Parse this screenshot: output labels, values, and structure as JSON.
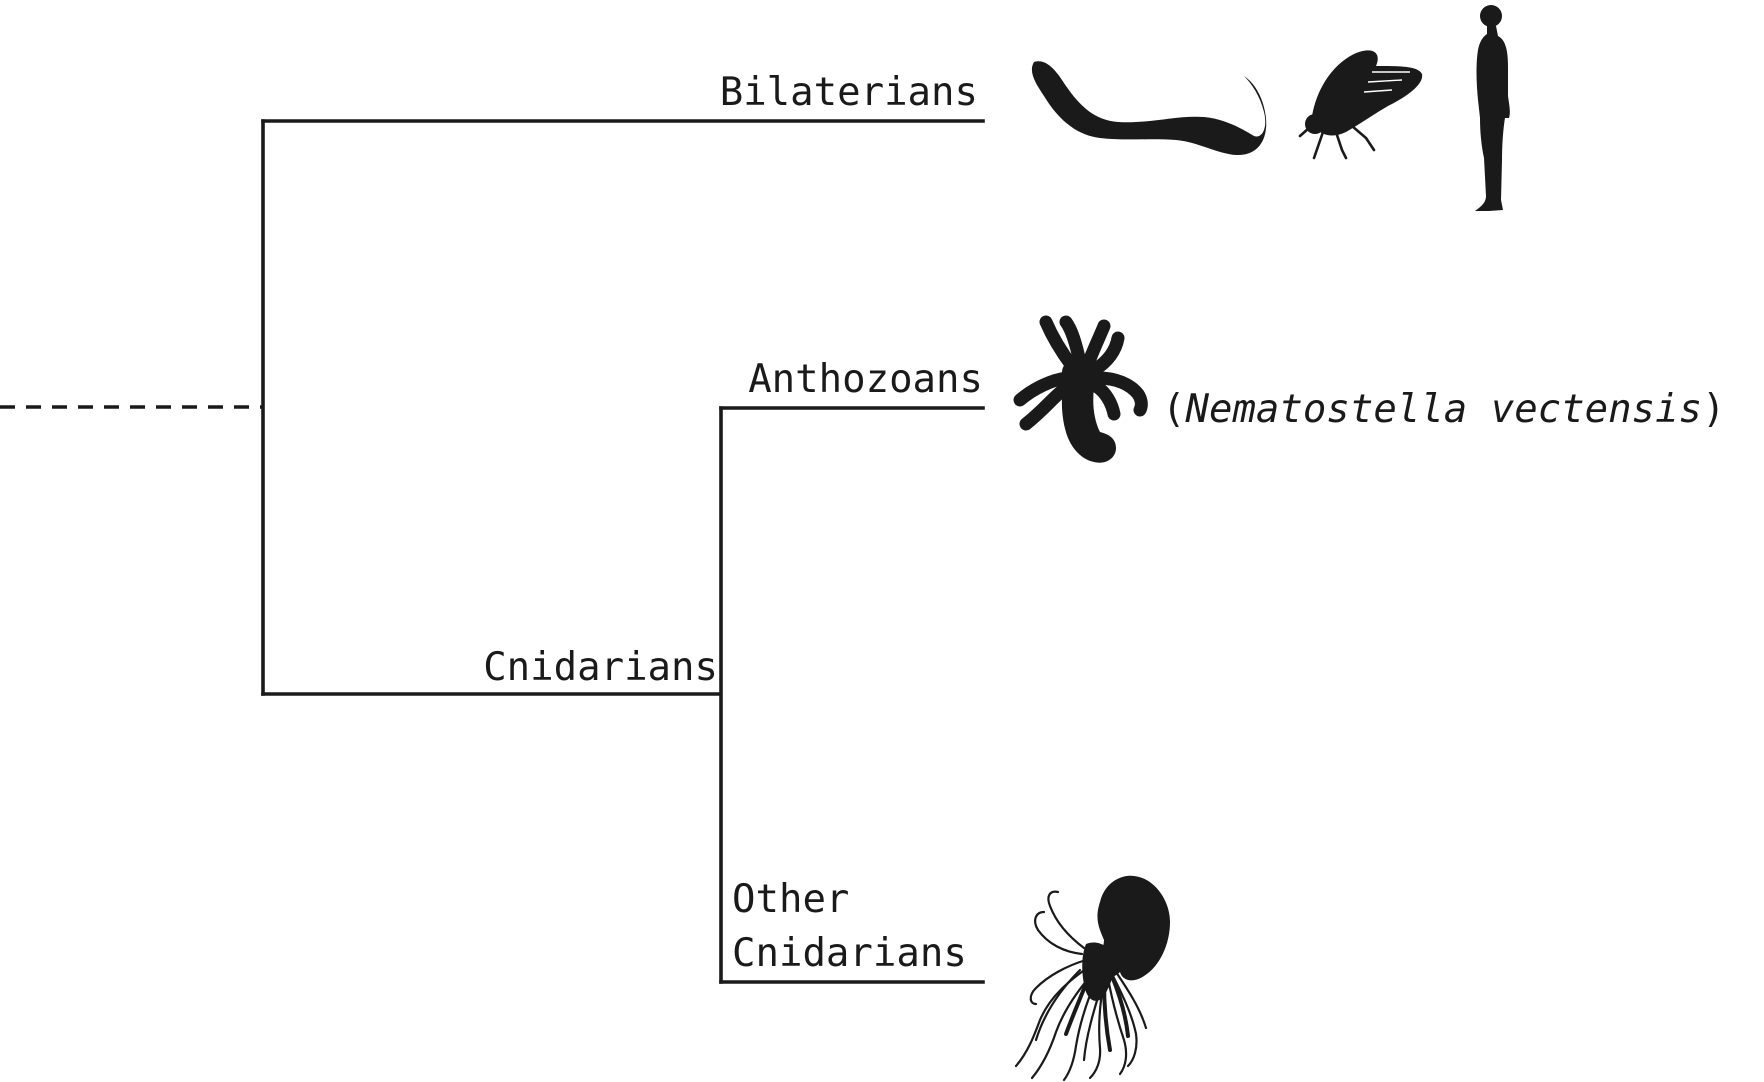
{
  "tree": {
    "bilaterians": {
      "label": "Bilaterians",
      "icons": [
        "worm-icon",
        "fly-icon",
        "human-icon"
      ]
    },
    "anthozoans": {
      "label": "Anthozoans",
      "icons": [
        "sea-anemone-icon"
      ],
      "species_note": "(Nematostella vectensis)",
      "species_paren_open": "(",
      "species_name": "Nematostella vectensis",
      "species_paren_close": ")"
    },
    "cnidarians": {
      "label": "Cnidarians"
    },
    "other_cnidarians": {
      "label_line1": "Other",
      "label_line2": "Cnidarians",
      "icons": [
        "jellyfish-icon"
      ]
    }
  },
  "colors": {
    "ink": "#1a1a1a",
    "background": "#ffffff"
  }
}
